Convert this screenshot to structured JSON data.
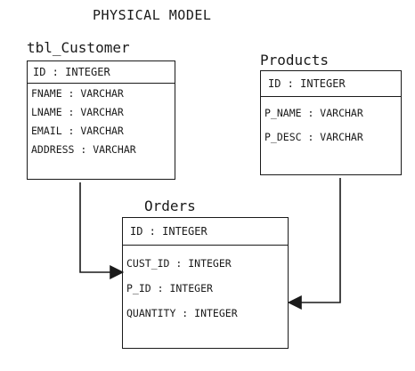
{
  "title": "PHYSICAL MODEL",
  "tables": {
    "customer": {
      "name": "tbl_Customer",
      "pk": "ID : INTEGER",
      "fields": [
        "FNAME : VARCHAR",
        "LNAME : VARCHAR",
        "EMAIL : VARCHAR",
        "ADDRESS : VARCHAR"
      ]
    },
    "products": {
      "name": "Products",
      "pk": "ID : INTEGER",
      "fields": [
        "P_NAME : VARCHAR",
        "P_DESC : VARCHAR"
      ]
    },
    "orders": {
      "name": "Orders",
      "pk": "ID : INTEGER",
      "fields": [
        "CUST_ID : INTEGER",
        "P_ID : INTEGER",
        "QUANTITY : INTEGER"
      ]
    }
  },
  "relationships": [
    {
      "from": "tbl_Customer",
      "to": "Orders",
      "field": "CUST_ID : INTEGER"
    },
    {
      "from": "Products",
      "to": "Orders",
      "field": "P_ID : INTEGER"
    }
  ]
}
